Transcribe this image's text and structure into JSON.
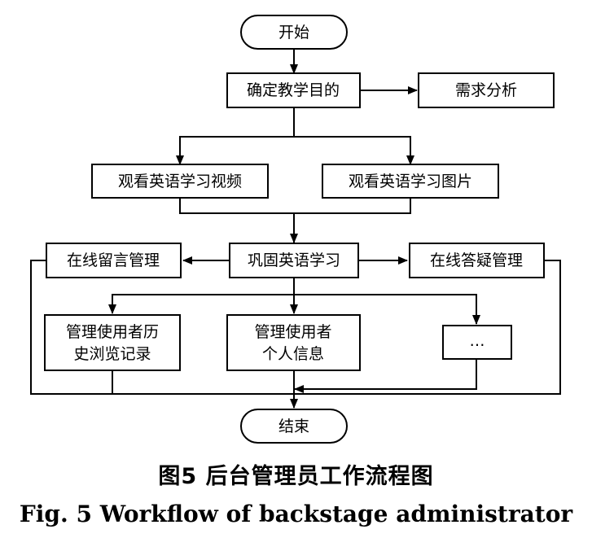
{
  "nodes": {
    "start": "开始",
    "define_goal": "确定教学目的",
    "needs_analysis": "需求分析",
    "watch_video": "观看英语学习视频",
    "watch_picture": "观看英语学习图片",
    "message_mgmt": "在线留言管理",
    "consolidate": "巩固英语学习",
    "qa_mgmt": "在线答疑管理",
    "history_line1": "管理使用者历",
    "history_line2": "史浏览记录",
    "personal_line1": "管理使用者",
    "personal_line2": "个人信息",
    "more": "…",
    "end": "结束"
  },
  "caption": {
    "cn": "图5  后台管理员工作流程图",
    "en": "Fig. 5  Workflow of backstage administrator"
  }
}
